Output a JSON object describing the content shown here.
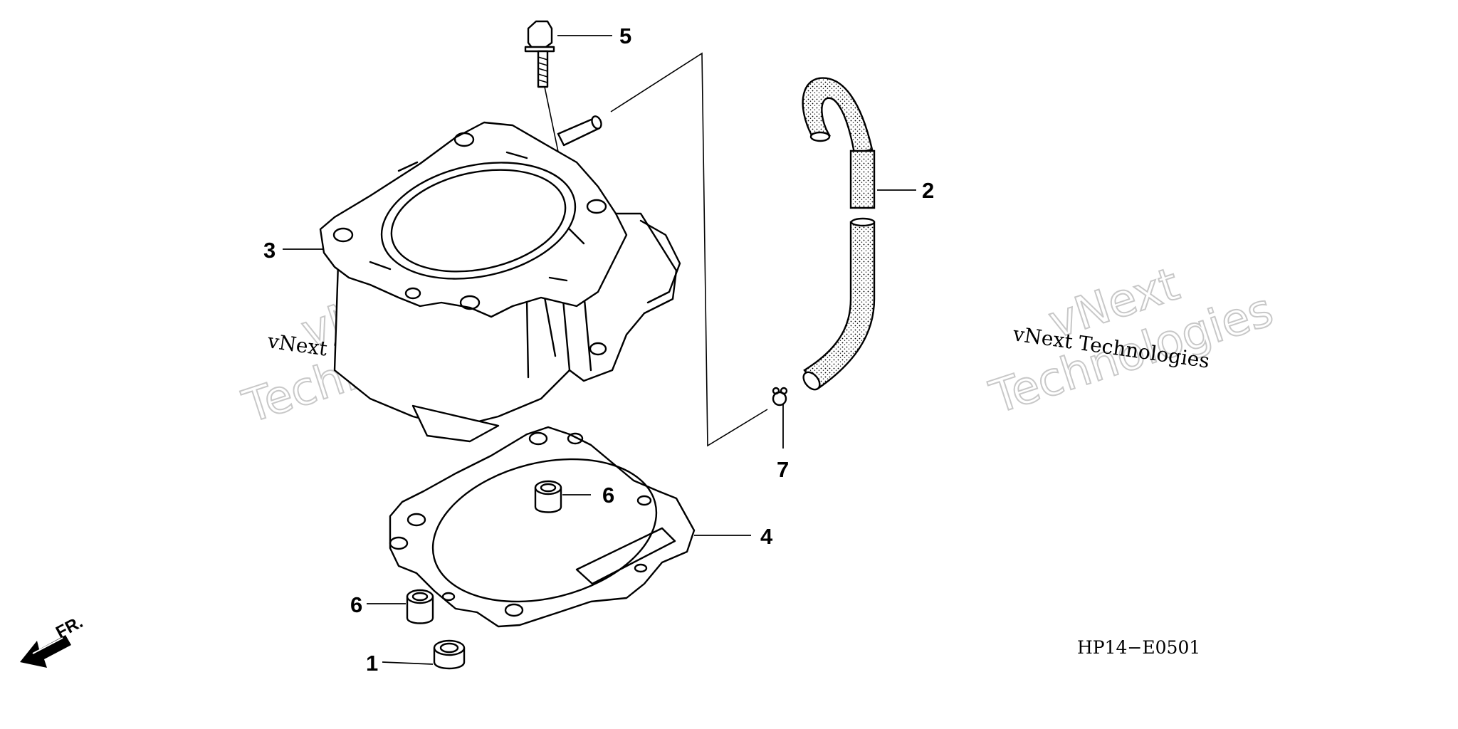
{
  "diagram": {
    "callouts": [
      {
        "id": "c1",
        "label": "1"
      },
      {
        "id": "c2",
        "label": "2"
      },
      {
        "id": "c3",
        "label": "3"
      },
      {
        "id": "c4",
        "label": "4"
      },
      {
        "id": "c5",
        "label": "5"
      },
      {
        "id": "c6a",
        "label": "6"
      },
      {
        "id": "c6b",
        "label": "6"
      },
      {
        "id": "c7",
        "label": "7"
      }
    ],
    "diagram_code": "HP14−E0501",
    "front_label": "FR.",
    "watermarks": [
      {
        "small": "vNext Technologies",
        "big_line1": "vNext",
        "big_line2": "Technologies"
      },
      {
        "small": "vNext Technologies",
        "big_line1": "vNext",
        "big_line2": "Technologies"
      }
    ]
  }
}
